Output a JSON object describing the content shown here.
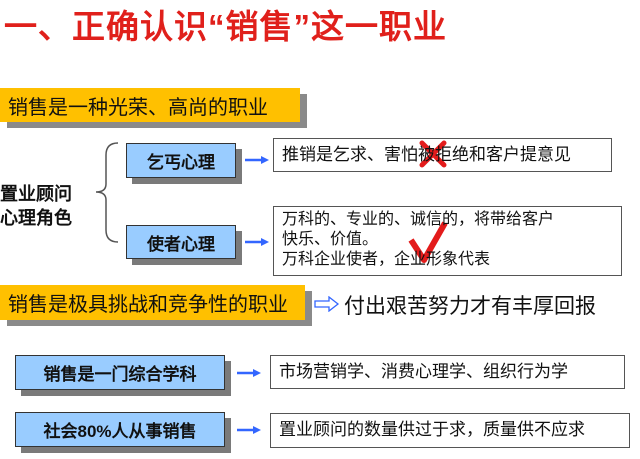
{
  "title": "一、正确认识“销售”这一职业",
  "section1": {
    "banner": "销售是一种光荣、高尚的职业",
    "role_label_line1": "置业顾问",
    "role_label_line2": "心理角色",
    "items": [
      {
        "label": "乞丐心理",
        "description": "推销是乞求、害怕被拒绝和客户提意见",
        "mark": "cross",
        "mark_color": "#e31b1b"
      },
      {
        "label": "使者心理",
        "description_line1": "万科的、专业的、诚信的，将带给客户",
        "description_line2": "快乐、价值。",
        "description_line3": "万科企业使者，企业形象代表",
        "mark": "check",
        "mark_color": "#e31b1b"
      }
    ]
  },
  "section2": {
    "banner": "销售是极具挑战和竞争性的职业",
    "result": "付出艰苦努力才有丰厚回报"
  },
  "rows": [
    {
      "label": "销售是一门综合学科",
      "description": "市场营销学、消费心理学、组织行为学"
    },
    {
      "label": "社会80%人从事销售",
      "description": "置业顾问的数量供过于求，质量供不应求"
    }
  ],
  "colors": {
    "title": "#e0201b",
    "banner": "#ffc000",
    "box": "#99ccff",
    "arrow": "#3366ff"
  }
}
